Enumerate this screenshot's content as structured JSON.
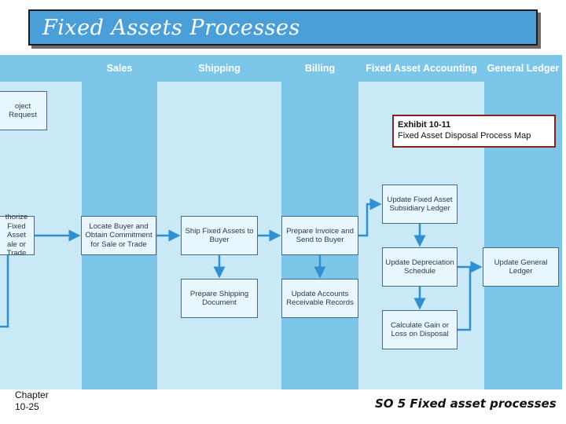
{
  "title": "Fixed Assets Processes",
  "lanes": [
    {
      "label": ""
    },
    {
      "label": "Sales"
    },
    {
      "label": "Shipping"
    },
    {
      "label": "Billing"
    },
    {
      "label": "Fixed Asset Accounting"
    },
    {
      "label": "General Ledger"
    }
  ],
  "boxes": {
    "project_request": "oject Request",
    "authorize": "thorize Fixed Asset ale or Trade",
    "locate_buyer": "Locate Buyer and Obtain Commitment for Sale or Trade",
    "ship_fixed_assets": "Ship Fixed Assets to Buyer",
    "prepare_shipping": "Prepare Shipping Document",
    "prepare_invoice": "Prepare Invoice and Send to Buyer",
    "update_ar": "Update Accounts Receivable Records",
    "update_subsidiary": "Update Fixed Asset Subsidiary Ledger",
    "update_depreciation": "Update Depreciation Schedule",
    "calculate_gain": "Calculate Gain or Loss on Disposal",
    "update_gl": "Update General Ledger"
  },
  "exhibit": {
    "title": "Exhibit 10-11",
    "subtitle": "Fixed Asset Disposal Process Map"
  },
  "footer": {
    "chapter": "Chapter",
    "page": "10-25",
    "so": "SO 5  Fixed asset processes"
  },
  "colors": {
    "banner": "#4a9fd9",
    "lane_dark": "#7cc6ea",
    "lane_light": "#c9e9f7",
    "arrow": "#2f8fd1",
    "exhibit_border": "#8a1f1f"
  }
}
